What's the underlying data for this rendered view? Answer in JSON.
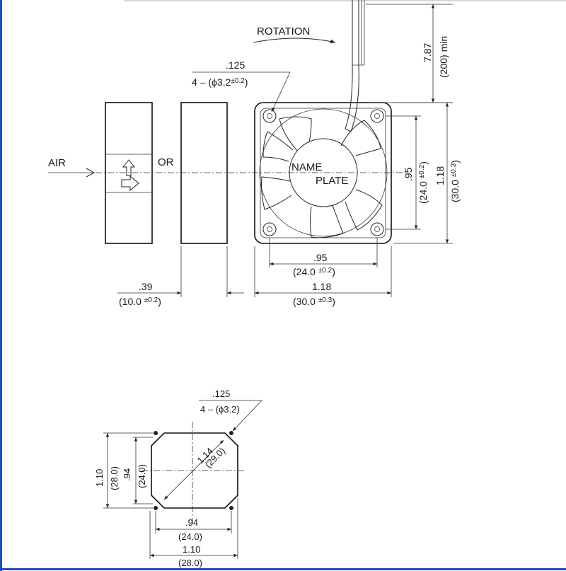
{
  "labels": {
    "rotation": "ROTATION",
    "air": "AIR",
    "or": "OR",
    "name_plate_1": "NAME",
    "name_plate_2": "PLATE"
  },
  "top_view": {
    "hole_note_in": ".125",
    "hole_note_prefix": "4 – (",
    "hole_note_phi": "ϕ3.2",
    "hole_note_tol": "±0.2",
    "hole_note_suffix": ")",
    "lead_in": "7.87",
    "lead_mm": "(200) min",
    "hole_spacing_in": ".95",
    "hole_spacing_mm": "(24.0 ",
    "hole_spacing_tol": "±0.2",
    "hole_spacing_close": ")",
    "size_in": "1.18",
    "size_mm": "(30.0 ",
    "size_tol": "±0.3",
    "size_close": ")",
    "depth_in": ".39",
    "depth_mm": "(10.0 ",
    "depth_tol": "±0.2",
    "depth_close": ")"
  },
  "mounting_view": {
    "hole_note_in": ".125",
    "hole_note_mm": "4 – (ϕ3.2)",
    "diag_in": "1.14",
    "diag_mm": "(29.0)",
    "outer_in": "1.10",
    "outer_mm": "(28.0)",
    "inner_in": ".94",
    "inner_mm": "(24.0)"
  }
}
